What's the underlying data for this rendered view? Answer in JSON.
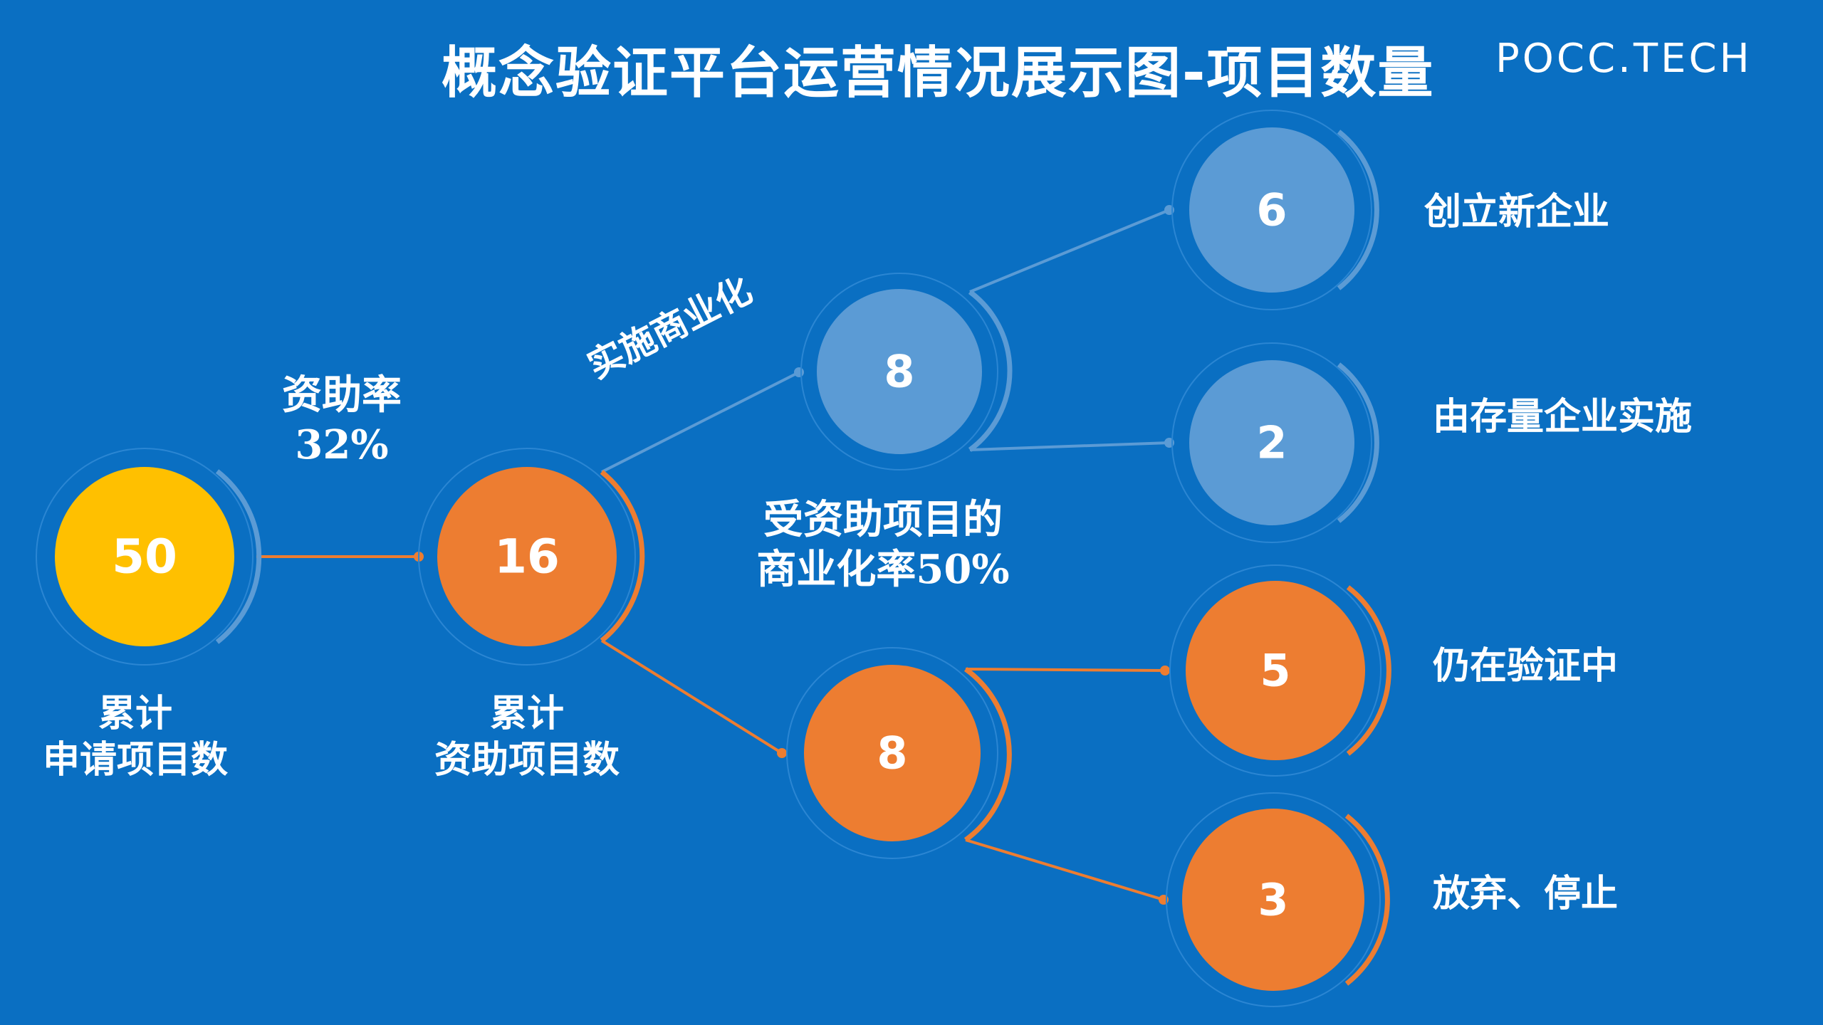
{
  "title": "概念验证平台运营情况展示图-项目数量",
  "logo": "POCC.TECH",
  "colors": {
    "background": "#0a6fc2",
    "yellow": "#ffc000",
    "orange": "#ed7d31",
    "light_blue": "#5b9bd5"
  },
  "nodes": {
    "applied": {
      "value": "50",
      "label_line1": "累计",
      "label_line2": "申请项目数"
    },
    "funded": {
      "value": "16",
      "label_line1": "累计",
      "label_line2": "资助项目数"
    },
    "commercialized": {
      "value": "8"
    },
    "not_commercialized": {
      "value": "8"
    },
    "new_company": {
      "value": "6",
      "label": "创立新企业"
    },
    "existing_company": {
      "value": "2",
      "label": "由存量企业实施"
    },
    "validating": {
      "value": "5",
      "label": "仍在验证中"
    },
    "stopped": {
      "value": "3",
      "label": "放弃、停止"
    }
  },
  "annotations": {
    "funding_rate_line1": "资助率",
    "funding_rate_line2": "32%",
    "commercialize": "实施商业化",
    "comm_rate_line1": "受资助项目的",
    "comm_rate_line2": "商业化率50%"
  }
}
